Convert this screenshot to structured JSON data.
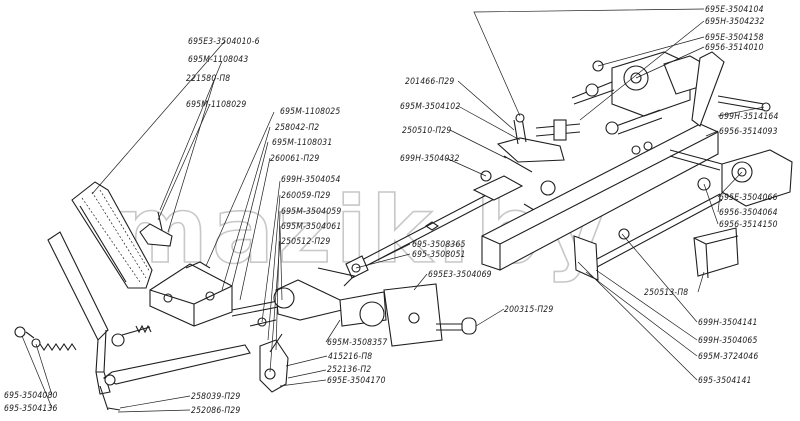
{
  "watermark": "mazik.by",
  "labels": {
    "p_695e3_3504010_6": "695E3-3504010-6",
    "p_695m_1108043": "695M-1108043",
    "p_221580_p8": "221580-П8",
    "p_695m_1108029": "695M-1108029",
    "p_695m_1108025": "695M-1108025",
    "p_258042_p2": "258042-П2",
    "p_695m_1108031": "695M-1108031",
    "p_260061_p29": "260061-П29",
    "p_699n_3504054": "699Н-3504054",
    "p_260059_p29": "260059-П29",
    "p_695m_3504059": "695M-3504059",
    "p_695m_3504061": "695M-3504061",
    "p_250512_p29": "250512-П29",
    "p_201466_p29": "201466-П29",
    "p_695m_3504102": "695M-3504102",
    "p_250510_p29": "250510-П29",
    "p_699n_3504032": "699Н-3504032",
    "p_695_3508365": "695-3508365",
    "p_695_3508051": "695-3508051",
    "p_695e3_3504069": "695E3-3504069",
    "p_200315_p29": "200315-П29",
    "p_695m_3508357": "695M-3508357",
    "p_415216_p8": "415216-П8",
    "p_252136_p2": "252136-П2",
    "p_695e_3504170": "695E-3504170",
    "p_695_3504080": "695-3504080",
    "p_695_3504136": "695-3504136",
    "p_258039_p29": "258039-П29",
    "p_252086_p29": "252086-П29",
    "p_695e_3504104": "695E-3504104",
    "p_695n_3504232": "695Н-3504232",
    "p_695e_3504158": "695E-3504158",
    "p_6956_3514010": "6956-3514010",
    "p_699n_3514164": "699Н-3514164",
    "p_6956_3514093": "6956-3514093",
    "p_695e_3504066": "695E-3504066",
    "p_6956_3504064": "6956-3504064",
    "p_6956_3514150": "6956-3514150",
    "p_250513_p8": "250513-П8",
    "p_699n_3504141": "699Н-3504141",
    "p_699n_3504065": "699Н-3504065",
    "p_695m_3724046": "695M-3724046",
    "p_695_3504141": "695-3504141"
  }
}
